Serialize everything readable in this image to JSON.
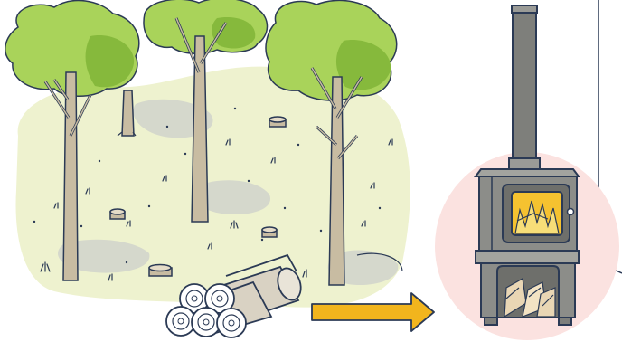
{
  "scene": {
    "subject": "forest-to-wood-stove",
    "elements": [
      "tree",
      "tree-stump",
      "log-pile",
      "arrow-right-icon",
      "wood-stove",
      "stovepipe",
      "fire",
      "firewood-stack"
    ]
  },
  "colors": {
    "ink": "#2b3a55",
    "leaf": "#a9d35a",
    "leaf_shade": "#86b93c",
    "trunk": "#c8bca2",
    "ground": "#eef2cf",
    "ground_shadow": "#cfd3c6",
    "log": "#d9d2c3",
    "log_end": "#ffffff",
    "arrow": "#f2b51d",
    "stove": "#8c8d89",
    "stove_pipe": "#7e7f7b",
    "fire": "#f5c230",
    "glow": "#fbe2e0",
    "wood": "#e9d6b4"
  }
}
